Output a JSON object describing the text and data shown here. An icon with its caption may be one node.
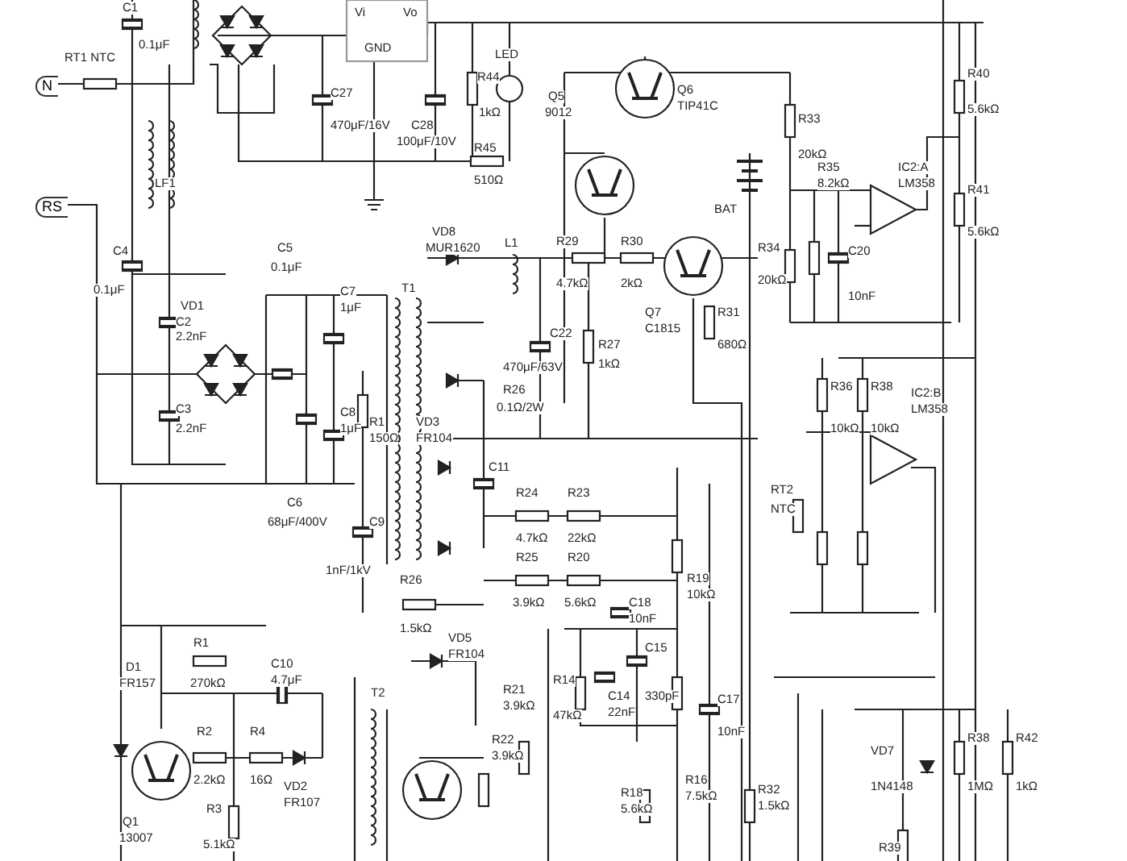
{
  "diagram": {
    "nodes": [
      {
        "text": [
          "N"
        ]
      },
      {
        "text": [
          "RS"
        ]
      }
    ],
    "edges": [],
    "labels": [
      "C1",
      "0.1μF",
      "RT1 NTC",
      "LF1",
      "C4",
      "0.1μF",
      "VD1",
      "C2",
      "2.2nF",
      "C3",
      "2.2nF",
      "C5",
      "0.1μF",
      "C7",
      "1μF",
      "C8",
      "1μF",
      "R1",
      "150Ω",
      "C6",
      "68μF/400V",
      "C9",
      "1nF/1kV",
      "T1",
      "VD8",
      "MUR1620",
      "L1",
      "C22",
      "470μF/63V",
      "R27",
      "1kΩ",
      "VD3",
      "FR104",
      "R26",
      "0.1Ω/2W",
      "C11",
      "R24",
      "4.7kΩ",
      "R23",
      "22kΩ",
      "R25",
      "3.9kΩ",
      "R20",
      "5.6kΩ",
      "C18",
      "10nF",
      "R19",
      "10kΩ",
      "Vi",
      "GND",
      "Vo",
      "C27",
      "470μF/16V",
      "C28",
      "100μF/10V",
      "R44",
      "1kΩ",
      "LED",
      "R45",
      "510Ω",
      "Q5",
      "9012",
      "Q6",
      "TIP41C",
      "R29",
      "4.7kΩ",
      "R30",
      "2kΩ",
      "R31",
      "680Ω",
      "Q7",
      "C1815",
      "BAT",
      "R33",
      "20kΩ",
      "R35",
      "8.2kΩ",
      "R34",
      "20kΩ",
      "C20",
      "10nF",
      "IC2:A",
      "LM358",
      "R40",
      "5.6kΩ",
      "R41",
      "5.6kΩ",
      "R36",
      "10kΩ",
      "R38",
      "10kΩ",
      "IC2:B",
      "LM358",
      "RT2",
      "NTC",
      "D1",
      "FR157",
      "R1",
      "270kΩ",
      "C10",
      "4.7μF",
      "R2",
      "2.2kΩ",
      "R4",
      "16Ω",
      "VD2",
      "FR107",
      "R3",
      "5.1kΩ",
      "Q1",
      "13007",
      "T2",
      "R26",
      "1.5kΩ",
      "VD5",
      "FR104",
      "R22",
      "3.9kΩ",
      "R21",
      "3.9kΩ",
      "R14",
      "47kΩ",
      "C14",
      "22nF",
      "C15",
      "330pF",
      "R18",
      "5.6kΩ",
      "R16",
      "7.5kΩ",
      "C17",
      "10nF",
      "R32",
      "1.5kΩ",
      "VD7",
      "1N4148",
      "R38",
      "1MΩ",
      "R42",
      "1kΩ",
      "R39"
    ]
  }
}
